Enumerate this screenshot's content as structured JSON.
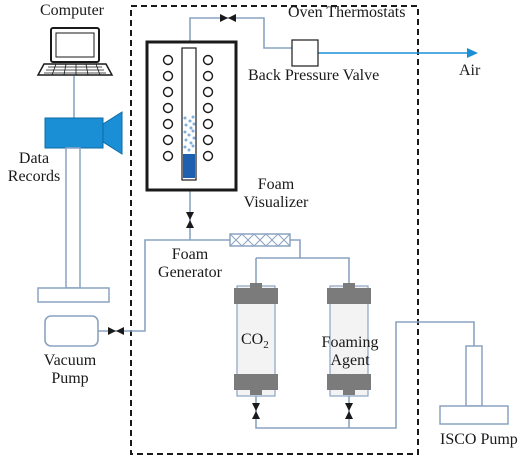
{
  "labels": {
    "computer": "Computer",
    "oven_thermostats": "Oven Thermostats",
    "back_pressure_valve": "Back Pressure Valve",
    "air": "Air",
    "data_records_line1": "Data",
    "data_records_line2": "Records",
    "foam_visualizer_line1": "Foam",
    "foam_visualizer_line2": "Visualizer",
    "foam_generator_line1": "Foam",
    "foam_generator_line2": "Generator",
    "co2_main": "CO",
    "co2_sub": "2",
    "foaming_agent_line1": "Foaming",
    "foaming_agent_line2": "Agent",
    "vacuum_pump_line1": "Vacuum",
    "vacuum_pump_line2": "Pump",
    "isco_pump": "ISCO Pump"
  },
  "colors": {
    "line": "#8aa3c2",
    "dark": "#1a1a1a",
    "sensor_blue": "#1a8fd6",
    "liquid_blue": "#1f5fb0",
    "bubble_blue": "#7fb0dc",
    "cap_gray": "#7b7b7b",
    "body_gray": "#f3f3f3"
  }
}
